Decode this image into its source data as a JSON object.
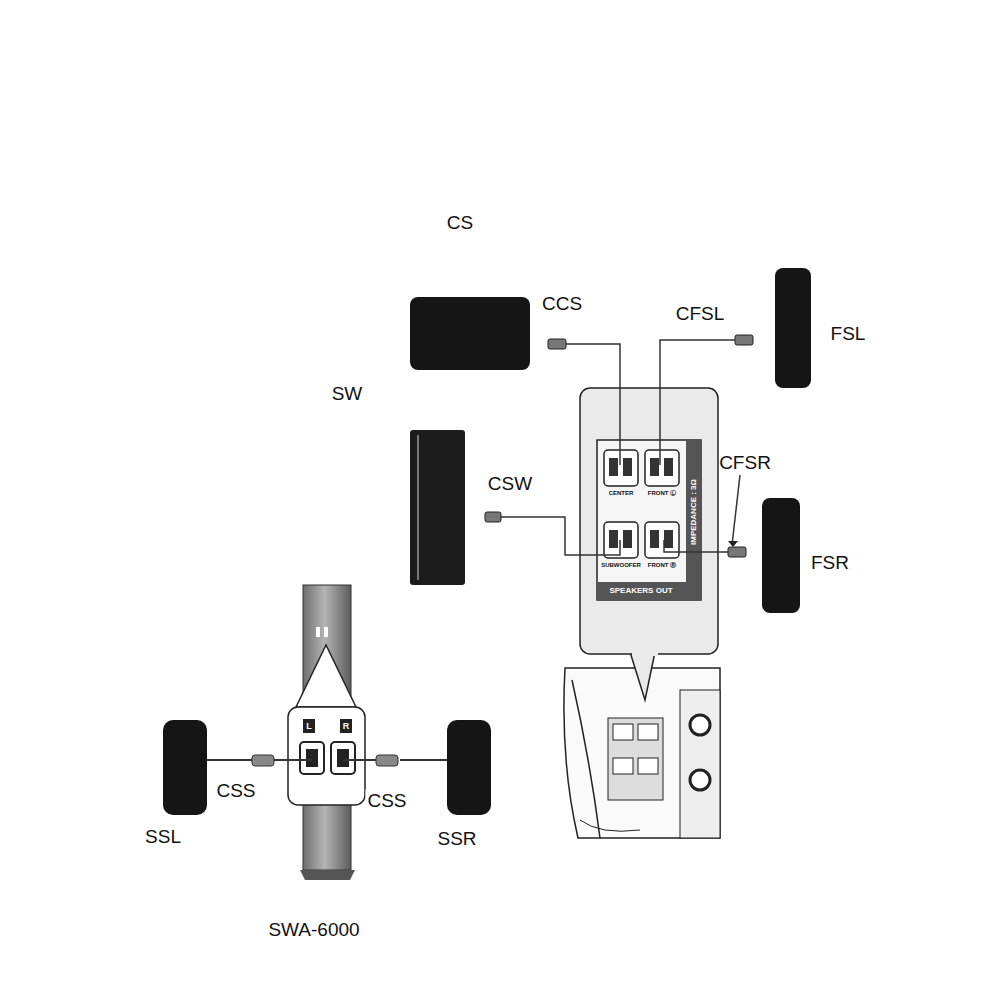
{
  "diagram": {
    "labels": [
      "CS",
      "CCS",
      "CFSL",
      "FSL",
      "SW",
      "CSW",
      "CFSR",
      "FSR",
      "CENTER",
      "FRONT Ⓛ",
      "SUBWOOFER",
      "FRONT Ⓡ",
      "SPEAKERS OUT",
      "IMPEDANCE : 3Ω",
      "L",
      "R",
      "SSL",
      "CSS",
      "CSS",
      "SSR",
      "SWA-6000"
    ]
  }
}
